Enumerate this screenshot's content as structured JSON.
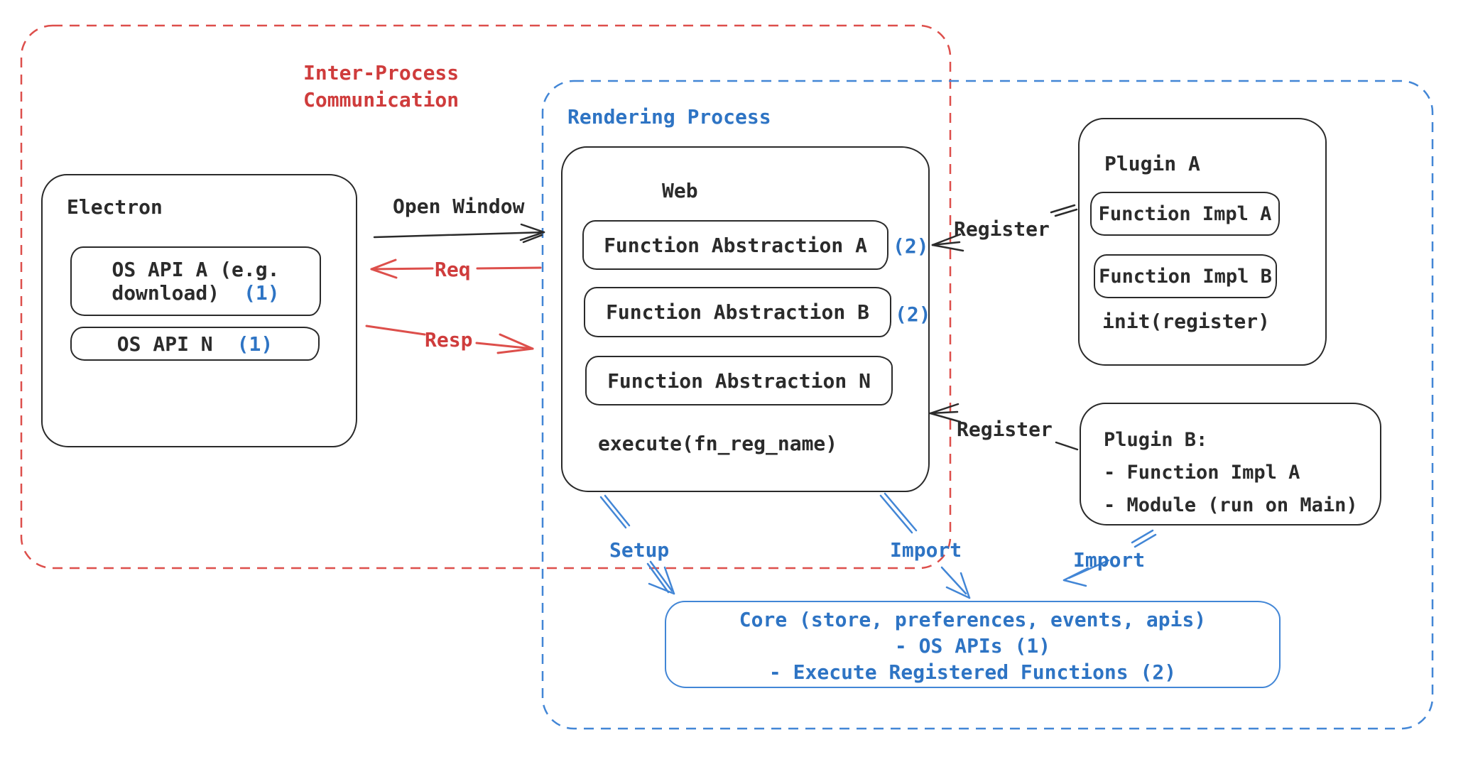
{
  "colors": {
    "ink": "#2b2b2b",
    "red_text": "#cf3c3c",
    "red_line": "#dd4f4b",
    "blue_text": "#2e74c4",
    "blue_line": "#4286d6"
  },
  "ipc": {
    "label_line1": "Inter-Process",
    "label_line2": "Communication"
  },
  "rendering": {
    "label": "Rendering Process"
  },
  "electron": {
    "title": "Electron",
    "api_a_line1": "OS API A (e.g.",
    "api_a_line2": "download)",
    "api_a_badge": "(1)",
    "api_n": "OS API N",
    "api_n_badge": "(1)"
  },
  "web": {
    "title": "Web",
    "fa_a": "Function Abstraction A",
    "fa_a_badge": "(2)",
    "fa_b": "Function Abstraction B",
    "fa_b_badge": "(2)",
    "fa_n": "Function Abstraction N",
    "execute": "execute(fn_reg_name)"
  },
  "arrows": {
    "open_window": "Open Window",
    "req": "Req",
    "resp": "Resp",
    "register_top": "Register",
    "register_bottom": "Register",
    "setup": "Setup",
    "import_mid": "Import",
    "import_right": "Import"
  },
  "plugin_a": {
    "title": "Plugin A",
    "impl_a": "Function Impl A",
    "impl_b": "Function Impl B",
    "init": "init(register)"
  },
  "plugin_b": {
    "line1": "Plugin B:",
    "line2": "- Function Impl A",
    "line3": "- Module (run on Main)"
  },
  "core": {
    "line1": "Core (store, preferences, events, apis)",
    "line2": "- OS APIs (1)",
    "line3": "- Execute Registered Functions (2)"
  }
}
